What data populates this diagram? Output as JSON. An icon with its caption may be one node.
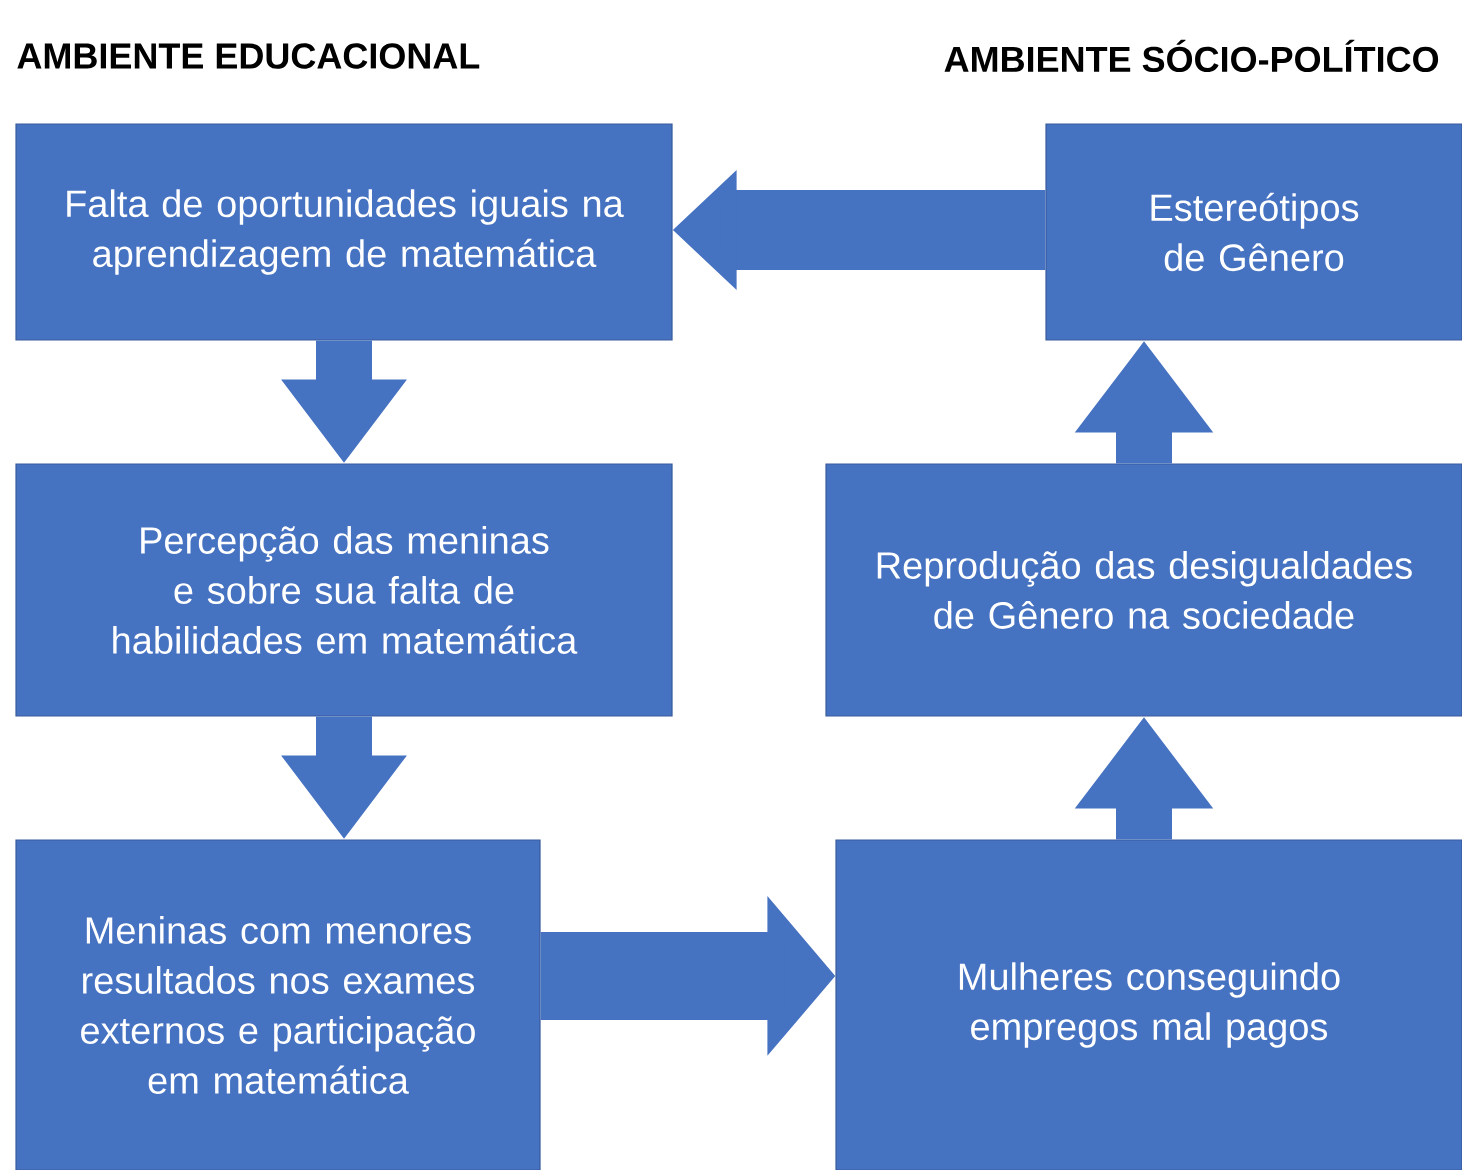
{
  "diagram": {
    "nodes": [
      {
        "text": [
          "Falta de oportunidades iguais na aprendizagem de matemática"
        ]
      },
      {
        "text": [
          "Percepção das meninas e sobre sua falta de habilidades em matemática"
        ]
      },
      {
        "text": [
          "Meninas com menores resultados nos exames externos e participação em matemática"
        ]
      },
      {
        "text": [
          "Estereótipos de Gênero"
        ]
      },
      {
        "text": [
          "Reprodução das desigualdades de Gênero na sociedade"
        ]
      },
      {
        "text": [
          "Mulheres conseguindo empregos mal pagos"
        ]
      }
    ],
    "edges": [
      {
        "from": 0,
        "to": 1,
        "arrow": "to"
      },
      {
        "from": 1,
        "to": 2,
        "arrow": "to"
      },
      {
        "from": 2,
        "to": 5,
        "arrow": "to"
      },
      {
        "from": 5,
        "to": 4,
        "arrow": "to"
      },
      {
        "from": 4,
        "to": 3,
        "arrow": "to"
      },
      {
        "from": 3,
        "to": 0,
        "arrow": "to"
      }
    ],
    "labels": [
      "AMBIENTE EDUCACIONAL",
      "AMBIENTE SÓCIO-POLÍTICO"
    ]
  }
}
